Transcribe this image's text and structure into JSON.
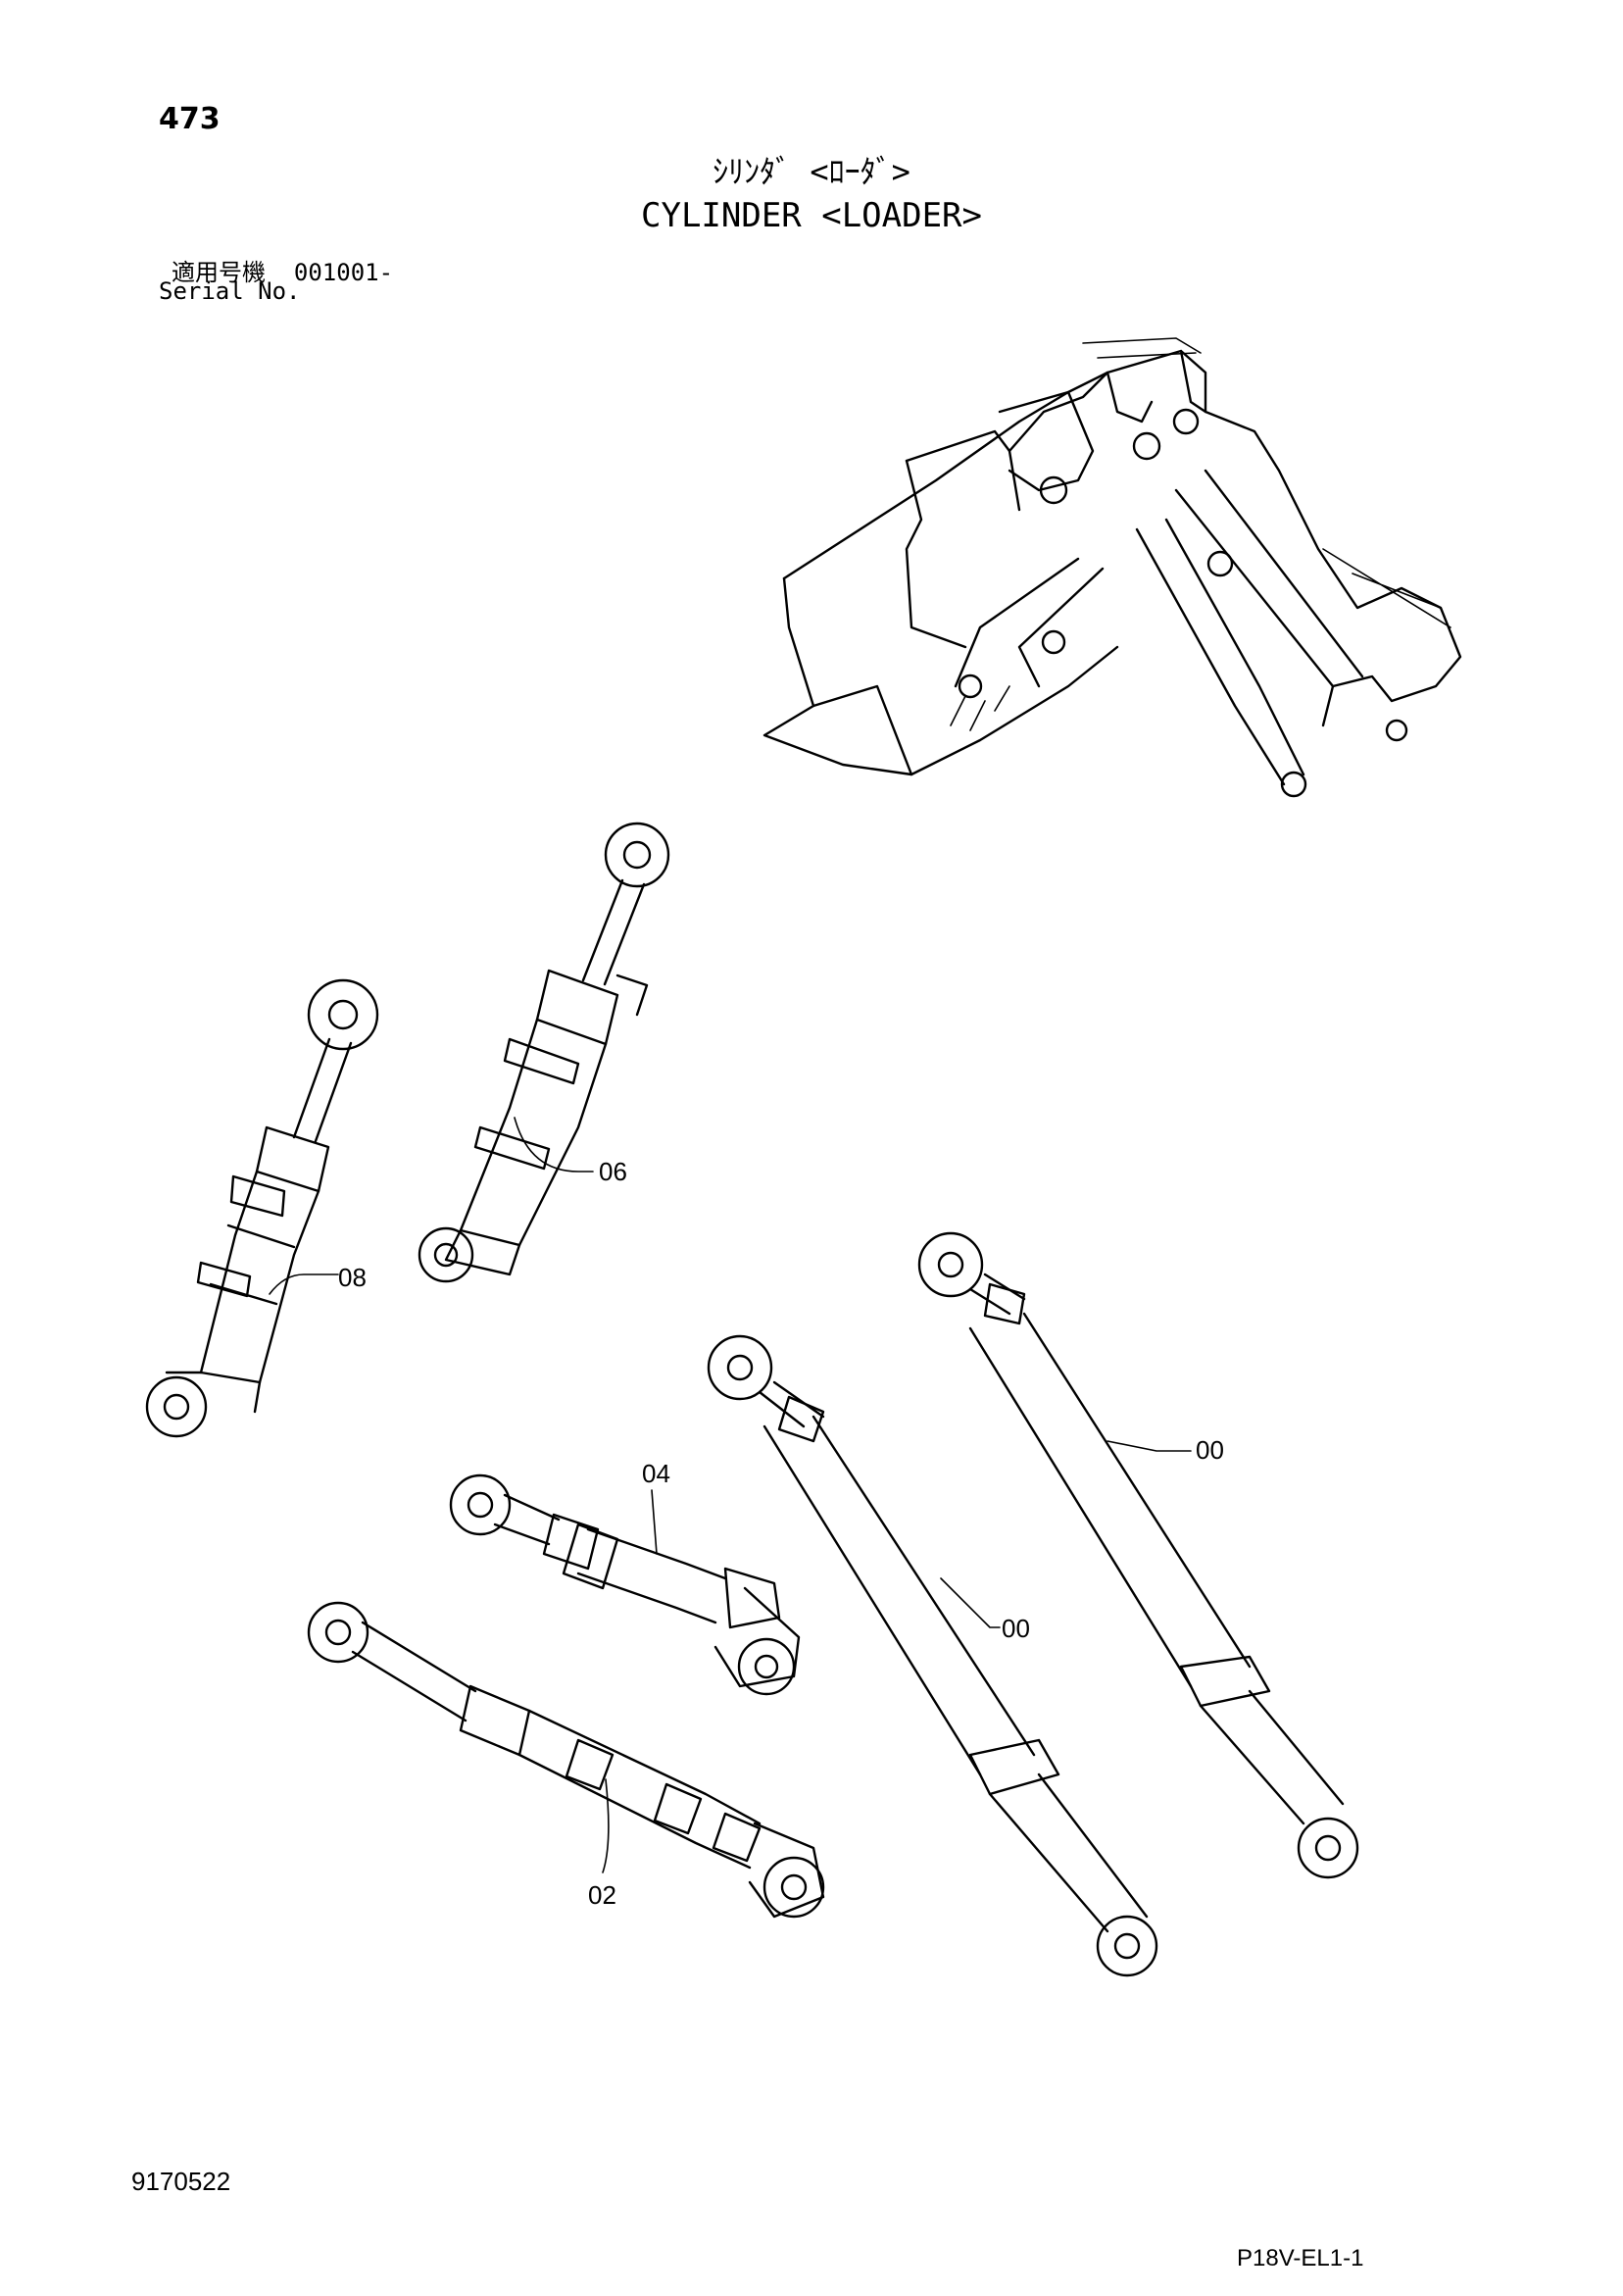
{
  "header": {
    "page_number": "473",
    "title_jp": "ｼﾘﾝﾀﾞ <ﾛｰﾀﾞ>",
    "title_en": "CYLINDER <LOADER>",
    "serial_label_jp": "適用号機",
    "serial_value": "001001-",
    "serial_label_en": "Serial No."
  },
  "callouts": {
    "c06": "06",
    "c08": "08",
    "c04": "04",
    "c02": "02",
    "c00a": "00",
    "c00b": "00"
  },
  "footer": {
    "doc_code": "9170522",
    "sheet_code": "P18V-EL1-1"
  }
}
